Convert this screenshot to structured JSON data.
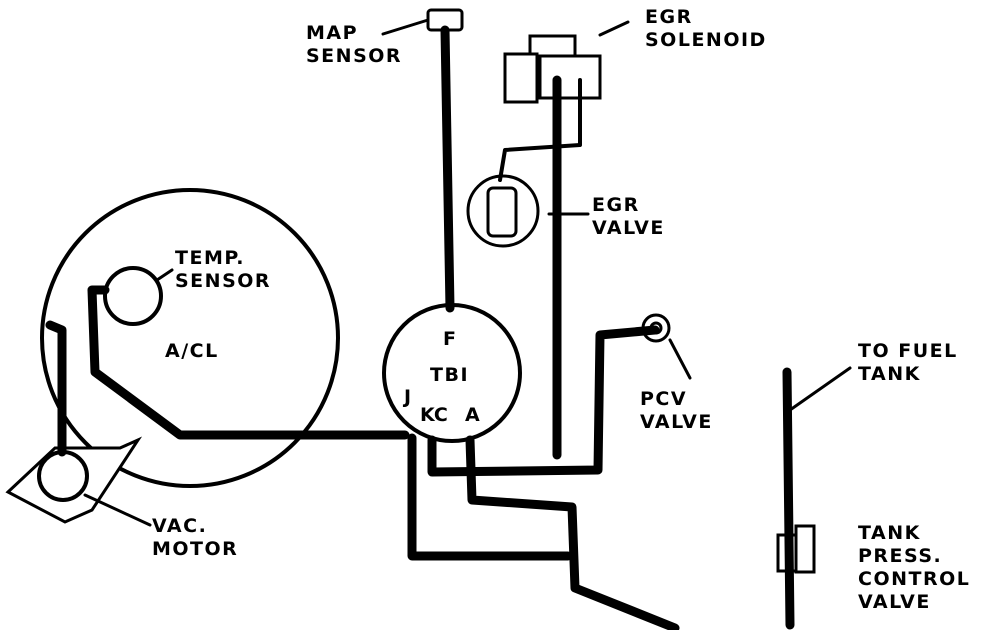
{
  "labels": {
    "map_sensor": [
      "MAP",
      "SENSOR"
    ],
    "egr_solenoid": [
      "EGR",
      "SOLENOID"
    ],
    "egr_valve": [
      "EGR",
      "VALVE"
    ],
    "temp_sensor": [
      "TEMP.",
      "SENSOR"
    ],
    "air_cleaner": "A/CL",
    "tbi": "TBI",
    "pcv_valve": [
      "PCV",
      "VALVE"
    ],
    "to_fuel_tank": [
      "TO FUEL",
      "TANK"
    ],
    "vac_motor": [
      "VAC.",
      "MOTOR"
    ],
    "tank_press_control_valve": [
      "TANK",
      "PRESS.",
      "CONTROL",
      "VALVE"
    ]
  },
  "ports": {
    "f": "F",
    "j": "J",
    "kc": "KC",
    "a": "A"
  }
}
